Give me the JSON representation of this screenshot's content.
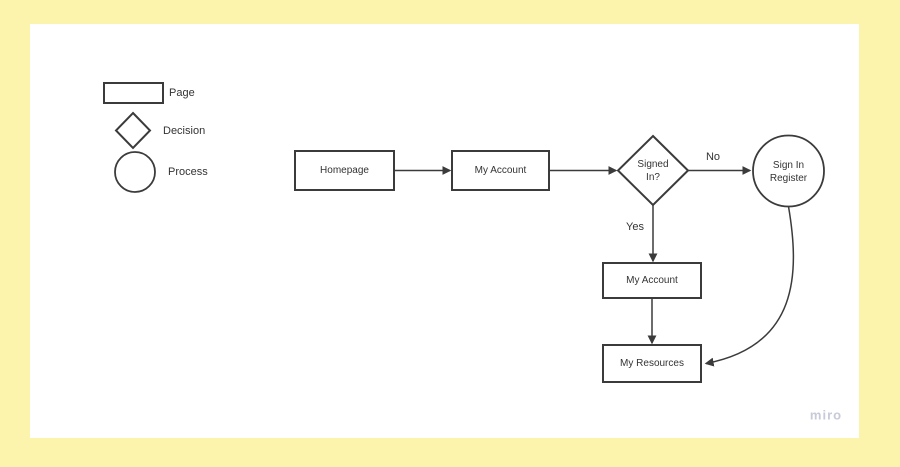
{
  "watermark": "miro",
  "colors": {
    "board_background": "#FCF4AD",
    "canvas_background": "#FFFFFF",
    "shape_stroke": "#3B3B3B",
    "text": "#333333",
    "watermark_text": "#C7CAD8"
  },
  "legend": {
    "items": [
      {
        "shape": "rectangle",
        "label": "Page"
      },
      {
        "shape": "diamond",
        "label": "Decision"
      },
      {
        "shape": "circle",
        "label": "Process"
      }
    ]
  },
  "flowchart": {
    "nodes": [
      {
        "id": "homepage",
        "shape": "rectangle",
        "label": "Homepage"
      },
      {
        "id": "my-account",
        "shape": "rectangle",
        "label": "My Account"
      },
      {
        "id": "signed-in",
        "shape": "diamond",
        "label": "Signed In?"
      },
      {
        "id": "sign-in-register",
        "shape": "circle",
        "label": "Sign In Register"
      },
      {
        "id": "my-account-2",
        "shape": "rectangle",
        "label": "My Account"
      },
      {
        "id": "my-resources",
        "shape": "rectangle",
        "label": "My Resources"
      }
    ],
    "edge_labels": [
      {
        "id": "no",
        "label": "No"
      },
      {
        "id": "yes",
        "label": "Yes"
      }
    ]
  }
}
